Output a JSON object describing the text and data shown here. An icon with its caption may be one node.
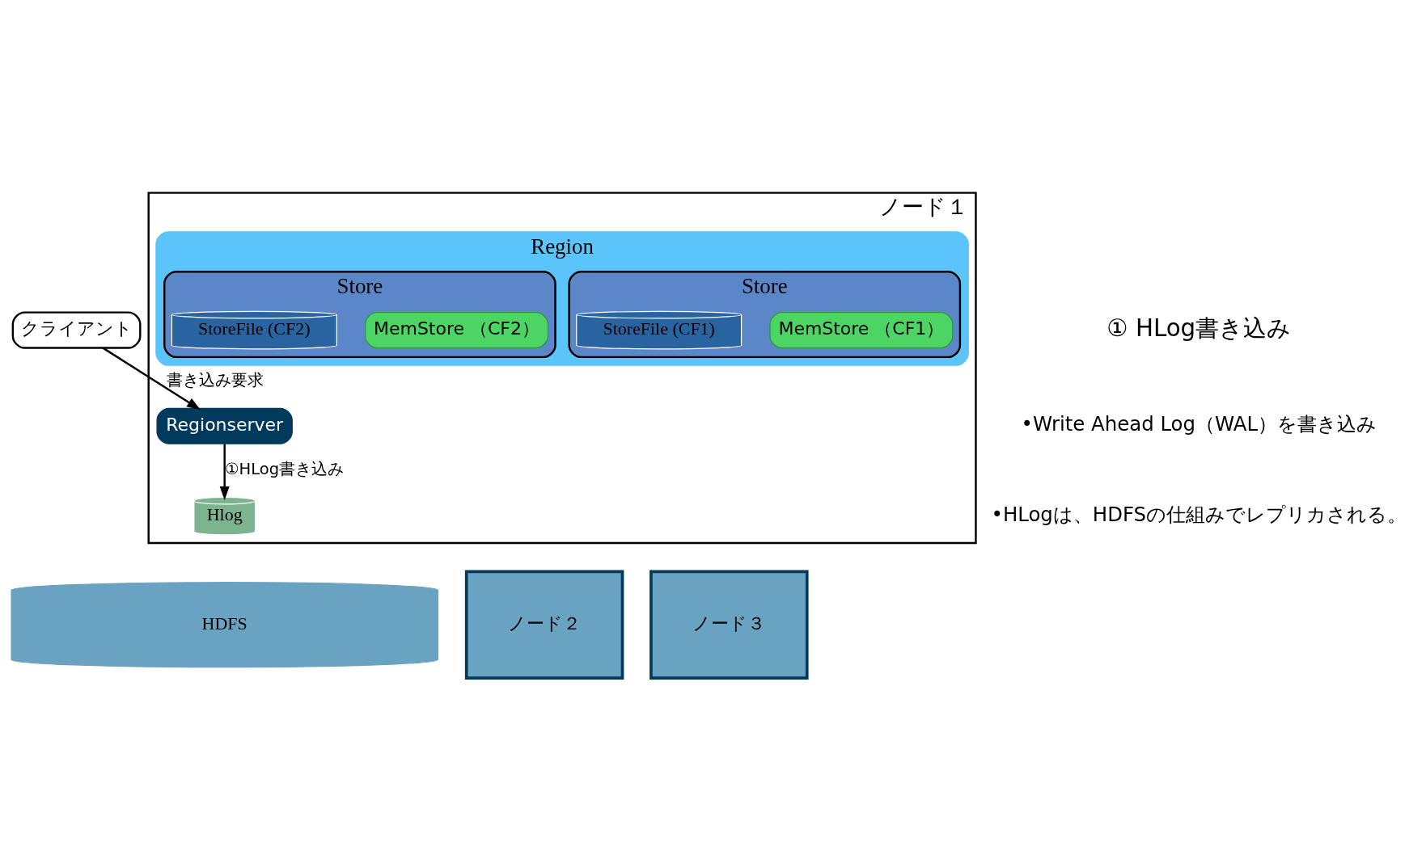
{
  "diagram": {
    "nodes": [
      {
        "text": [
          "クライアント"
        ]
      },
      {
        "text": [
          "ノード１"
        ]
      },
      {
        "text": [
          "Regionserver"
        ],
        "in": 1
      },
      {
        "text": [
          "Region"
        ],
        "in": 1
      },
      {
        "text": [
          "Store"
        ],
        "in": 3
      },
      {
        "text": [
          "MemStore （CF1）"
        ],
        "in": 4
      },
      {
        "text": [
          "StoreFile (CF1)"
        ],
        "in": 4
      },
      {
        "text": [
          "Store"
        ],
        "in": 3
      },
      {
        "text": [
          "MemStore （CF2）"
        ],
        "in": 7
      },
      {
        "text": [
          "StoreFile (CF2)"
        ],
        "in": 7
      },
      {
        "text": [
          "Hlog"
        ],
        "in": 1
      },
      {
        "text": [
          "HDFS"
        ]
      },
      {
        "text": [
          "ノード２"
        ]
      },
      {
        "text": [
          "ノード３"
        ]
      }
    ],
    "edges": [
      {
        "from": 0,
        "to": 2,
        "arrow": "to",
        "label": "書き込み要求"
      },
      {
        "from": 2,
        "to": 10,
        "arrow": "to",
        "label": "①HLog書き込み"
      }
    ],
    "labels": [
      "① HLog書き込み",
      "•Write Ahead Log（WAL）を書き込み",
      "•HLogは、HDFSの仕組みでレプリカされる。"
    ]
  }
}
